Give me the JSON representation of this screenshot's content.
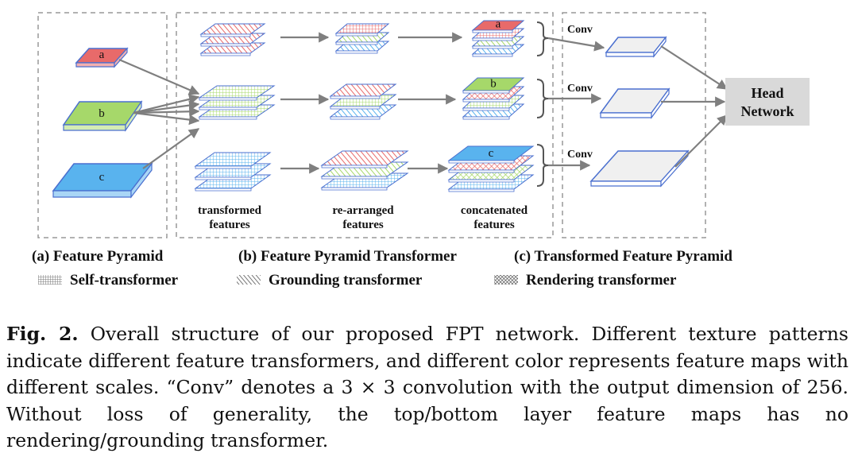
{
  "panels": {
    "a_title": "(a) Feature Pyramid",
    "b_title": "(b) Feature Pyramid Transformer",
    "c_title": "(c) Transformed Feature Pyramid"
  },
  "pyramid": {
    "a": "a",
    "b": "b",
    "c": "c"
  },
  "columns": {
    "transformed": [
      "transformed",
      "features"
    ],
    "rearranged": [
      "re-arranged",
      "features"
    ],
    "concatenated": [
      "concatenated",
      "features"
    ]
  },
  "conv_label": "Conv",
  "head": [
    "Head",
    "Network"
  ],
  "legend": {
    "self": "Self-transformer",
    "grounding": "Grounding transformer",
    "rendering": "Rendering transformer"
  },
  "colors": {
    "red": "#e86a6a",
    "green": "#a6d86a",
    "blue": "#59b3ee",
    "outline": "#4a6fcf",
    "gray_box": "#d9d9d9",
    "map_gray": "#efefef",
    "arrow": "#7f7f7f"
  },
  "caption": {
    "label": "Fig. 2.",
    "text": "Overall structure of our proposed FPT network. Different texture patterns indicate different feature transformers, and different color represents feature maps with different scales. “Conv” denotes a 3 × 3 convolution with the output dimension of 256. Without loss of generality, the top/bottom layer feature maps has no rendering/grounding transformer."
  }
}
